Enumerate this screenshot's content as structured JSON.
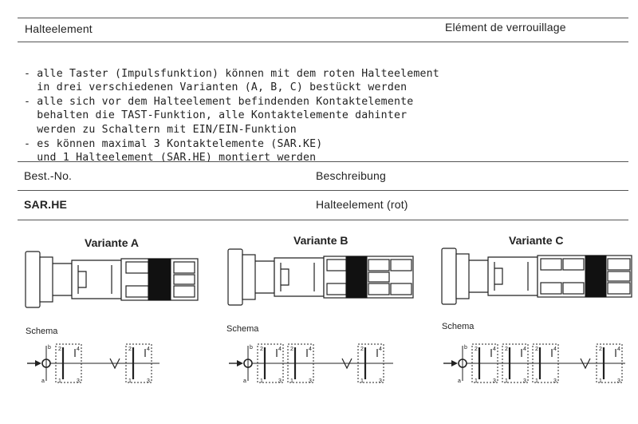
{
  "header": {
    "title_de": "Halteelement",
    "title_fr": "Elément de verrouillage"
  },
  "description_lines": [
    "- alle Taster (Impulsfunktion) können mit dem roten Halteelement",
    "  in drei verschiedenen Varianten (A, B, C) bestückt werden",
    "- alle sich vor dem Halteelement befindenden Kontaktelemente",
    "  behalten die TAST-Funktion, alle Kontaktelemente dahinter",
    "  werden zu Schaltern mit EIN/EIN-Funktion",
    "- es können maximal 3 Kontaktelemente (SAR.KE)",
    "  und 1 Halteelement (SAR.HE) montiert werden"
  ],
  "table": {
    "col1_header": "Best.-No.",
    "col2_header": "Beschreibung",
    "row": {
      "order_no": "SAR.HE",
      "description": "Halteelement (rot)"
    }
  },
  "variants": [
    {
      "title": "Variante A",
      "schema_label": "Schema"
    },
    {
      "title": "Variante B",
      "schema_label": "Schema"
    },
    {
      "title": "Variante C",
      "schema_label": "Schema"
    }
  ],
  "schema_terminals": {
    "top_a": "b",
    "top_b": "a",
    "left_top": "2",
    "left_bottom": "1",
    "right_top": "4",
    "right_bottom": "3"
  }
}
